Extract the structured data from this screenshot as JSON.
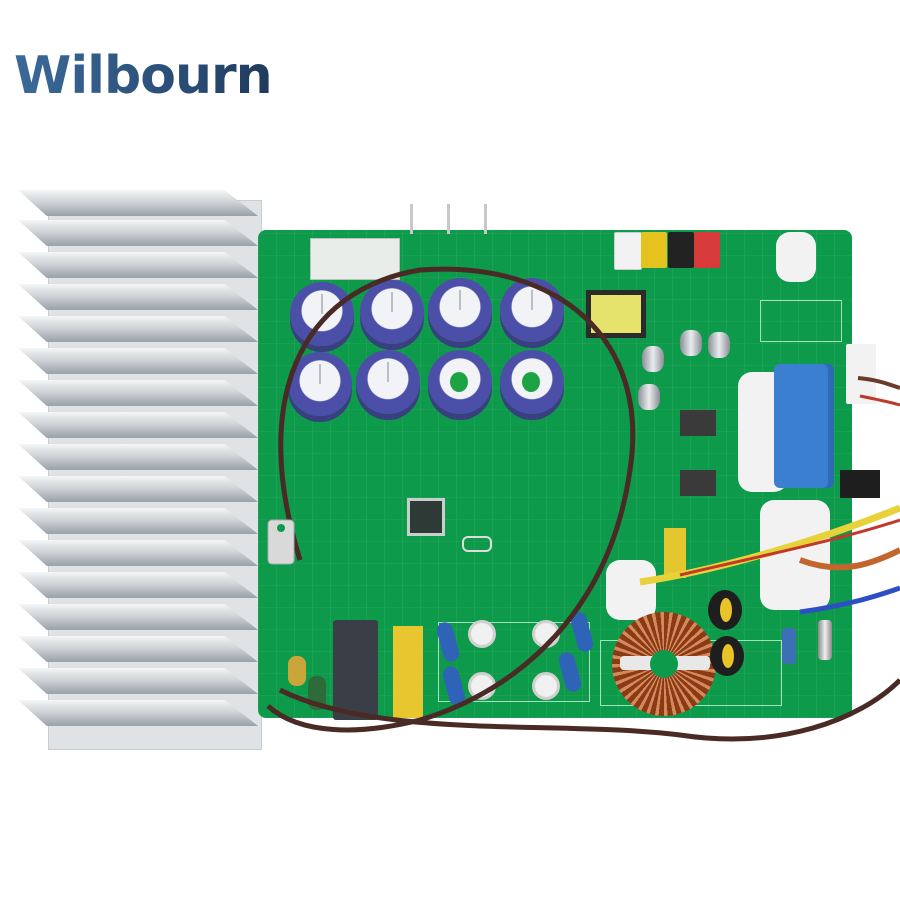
{
  "brand": {
    "name": "Wilbourn",
    "logo_color": "#2f5a86"
  },
  "scene": {
    "description": "Air conditioner inverter outdoor unit control board (PCB) with aluminum heatsink",
    "background_color": "#ffffff",
    "pcb_color": "#0d9a4a",
    "heatsink_color": "#cfd4d8",
    "capacitor_count": 8,
    "capacitor_color": "#4b4fa8",
    "connectors": [
      {
        "name": "white-connector",
        "color": "#f2f2f2"
      },
      {
        "name": "yellow-connector",
        "color": "#e6c21f"
      },
      {
        "name": "black-connector",
        "color": "#222222"
      },
      {
        "name": "red-connector",
        "color": "#d63a3a"
      }
    ],
    "components": [
      "heatsink",
      "electrolytic-capacitors",
      "switching-transformer",
      "microcontroller-ic",
      "blue-relay",
      "toroidal-inductor",
      "x-capacitor",
      "y-capacitors",
      "brown-ground-wire",
      "yellow-wire",
      "blue-wire",
      "red-wire"
    ],
    "wire_colors": {
      "brown": "#4a2a24",
      "yellow": "#e8d23a",
      "blue": "#2b4fc4",
      "red": "#c0392b",
      "orange": "#c2662d"
    }
  }
}
